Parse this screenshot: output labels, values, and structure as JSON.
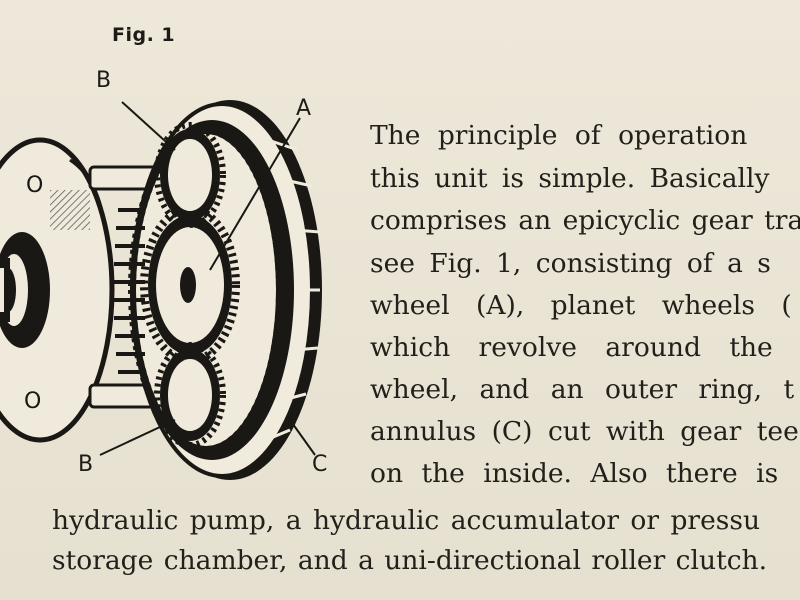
{
  "figure": {
    "caption": "Fig. 1",
    "labels": {
      "a": "A",
      "b_top": "B",
      "b_bottom": "B",
      "c": "C"
    }
  },
  "text": {
    "lines": [
      "The principle of operation",
      "this unit is simple. Basically",
      "comprises an epicyclic gear trai",
      "see Fig. 1, consisting of a s",
      "wheel (A), planet wheels (",
      "which revolve around the s",
      "wheel, and an outer ring, t",
      "annulus (C) cut with gear tee",
      "on the inside. Also there is",
      "hydraulic pump, a hydraulic accumulator or pressu",
      "storage chamber, and a uni-directional roller clutch."
    ]
  }
}
